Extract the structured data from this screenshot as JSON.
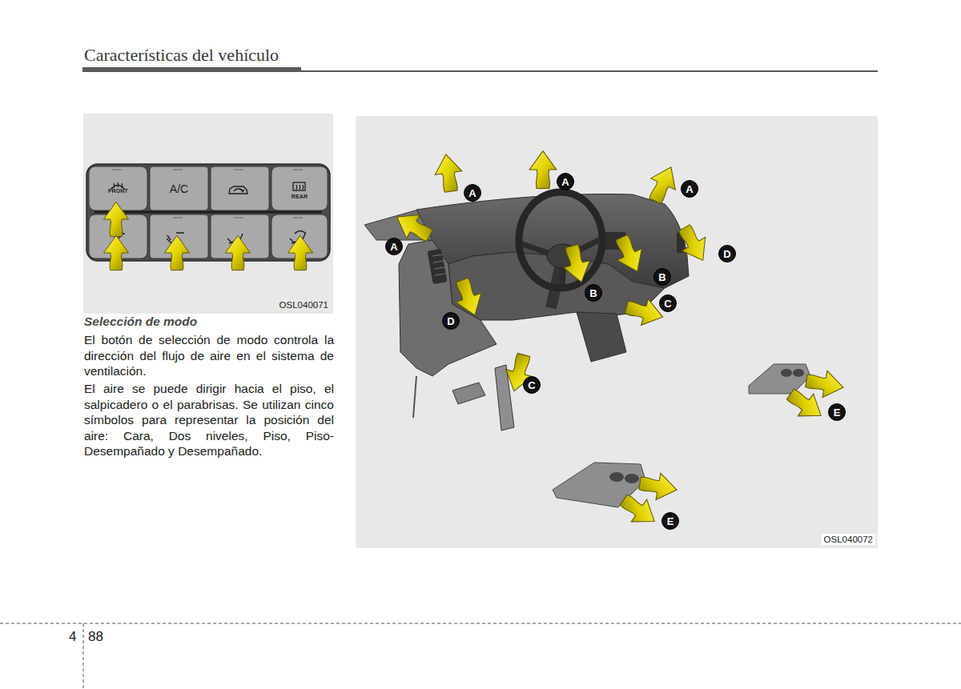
{
  "diagram": {
    "title": "Características del vehículo",
    "nodes": [
      {
        "text": [
          "OSL040071"
        ]
      },
      {
        "text": [
          "FRONT"
        ],
        "in": 0
      },
      {
        "text": [
          "A/C"
        ],
        "in": 0
      },
      {
        "text": [
          "REAR"
        ],
        "in": 0
      },
      {
        "text": [
          "OSL040072"
        ]
      },
      {
        "text": [
          "A"
        ],
        "in": 4
      },
      {
        "text": [
          "A"
        ],
        "in": 4
      },
      {
        "text": [
          "A"
        ],
        "in": 4
      },
      {
        "text": [
          "A"
        ],
        "in": 4
      },
      {
        "text": [
          "D"
        ],
        "in": 4
      },
      {
        "text": [
          "B"
        ],
        "in": 4
      },
      {
        "text": [
          "B"
        ],
        "in": 4
      },
      {
        "text": [
          "C"
        ],
        "in": 4
      },
      {
        "text": [
          "D"
        ],
        "in": 4
      },
      {
        "text": [
          "C"
        ],
        "in": 4
      },
      {
        "text": [
          "E"
        ],
        "in": 4
      },
      {
        "text": [
          "E"
        ],
        "in": 4
      }
    ],
    "labels": [
      "Selección de modo",
      "El botón de selección de modo controla la dirección del flujo de aire en el sistema de ventilación.",
      "El aire se puede dirigir hacia el piso, el salpicadero o el parabrisas. Se utilizan cinco símbolos para representar la posición del aire: Cara, Dos niveles, Piso, Piso-Desempañado y Desempañado.",
      "4",
      "88"
    ]
  }
}
